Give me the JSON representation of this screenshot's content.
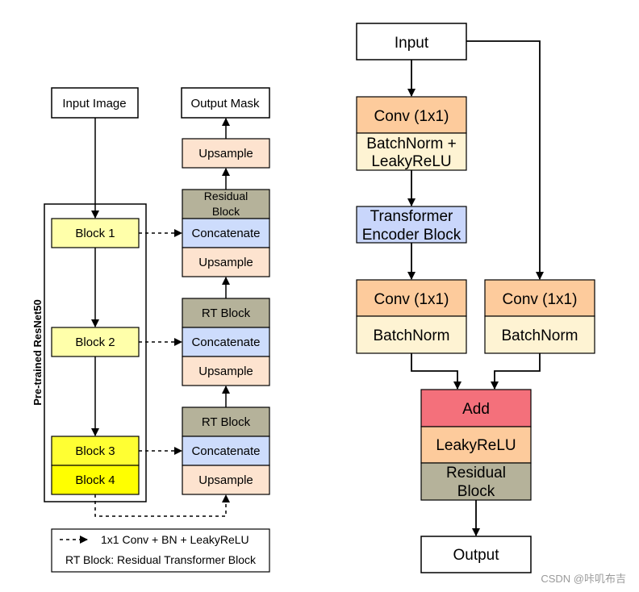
{
  "left": {
    "input_image": "Input Image",
    "output_mask": "Output Mask",
    "resnet_label": "Pre-trained ResNet50",
    "blocks": [
      "Block 1",
      "Block 2",
      "Block 3",
      "Block 4"
    ],
    "decoder": {
      "upsample_top": "Upsample",
      "residual_block": [
        "Residual",
        "Block"
      ],
      "stage1": {
        "concat": "Concatenate",
        "upsample": "Upsample"
      },
      "stage2": {
        "rt": "RT Block",
        "concat": "Concatenate",
        "upsample": "Upsample"
      },
      "stage3": {
        "rt": "RT Block",
        "concat": "Concatenate",
        "upsample": "Upsample"
      }
    },
    "legend": {
      "arrow_text": "1x1 Conv + BN + LeakyReLU",
      "rt_text": "RT Block: Residual Transformer Block"
    }
  },
  "right": {
    "input": "Input",
    "conv_top": "Conv (1x1)",
    "bn_lrelu": [
      "BatchNorm +",
      "LeakyReLU"
    ],
    "transformer": [
      "Transformer",
      "Encoder Block"
    ],
    "conv_left": "Conv (1x1)",
    "bn_left": "BatchNorm",
    "conv_right": "Conv (1x1)",
    "bn_right": "BatchNorm",
    "add": "Add",
    "leaky": "LeakyReLU",
    "residual": [
      "Residual",
      "Block"
    ],
    "output": "Output"
  },
  "watermark": "CSDN @咔叽布吉",
  "colors": {
    "yellow_light": "#ffffaa",
    "yellow_bright": "#ffff33",
    "peach": "#fde3cf",
    "lavender": "#cddcfc",
    "olive": "#b5b29a",
    "orange": "#fdcb9c",
    "cream": "#fef3d3",
    "blue_box": "#c9d6fb",
    "red_add": "#f4707b"
  }
}
